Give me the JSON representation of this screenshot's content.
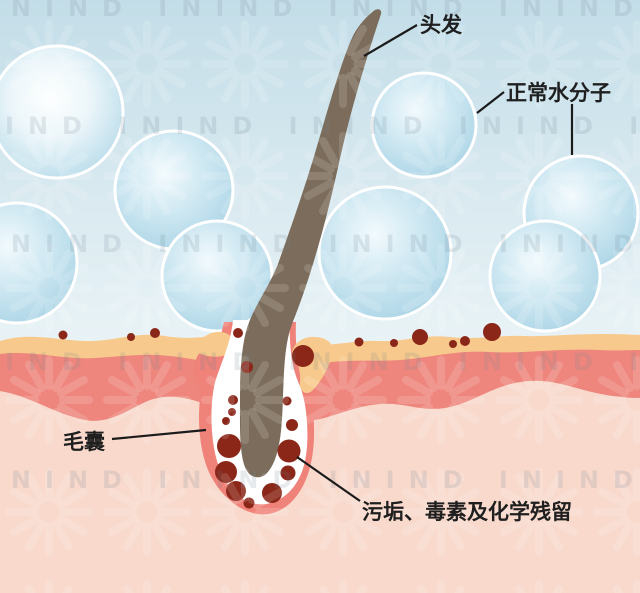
{
  "title": "hair-follicle-skin-diagram",
  "labels": {
    "hair": "头发",
    "water_molecule": "正常水分子",
    "follicle": "毛囊",
    "residue": "污垢、毒素及化学残留"
  },
  "watermark": "ININD ININD ININD ININD ININD",
  "colors": {
    "sky_top": "#c3dde8",
    "sky_mid": "#e9f3f6",
    "sky_bottom": "#eef6f8",
    "bubble_highlight": "#f2fafd",
    "bubble_mid": "#cfe8f2",
    "bubble_edge": "#a6d2e4",
    "bubble_outline": "#ffffff",
    "corneum_yellow": "#f8c98c",
    "epidermis_red": "#ee867d",
    "dermis_pink": "#f8d9cc",
    "follicle_wall": "#ef837a",
    "follicle_interior": "#ffffff",
    "hair_brown": "#7c6c5b",
    "residue_dot": "#8a2719",
    "label_text": "#1f1f1f",
    "leader_line": "#1b1b1b",
    "watermark_burst": "#ffffff",
    "watermark_text": "#6e8291"
  }
}
